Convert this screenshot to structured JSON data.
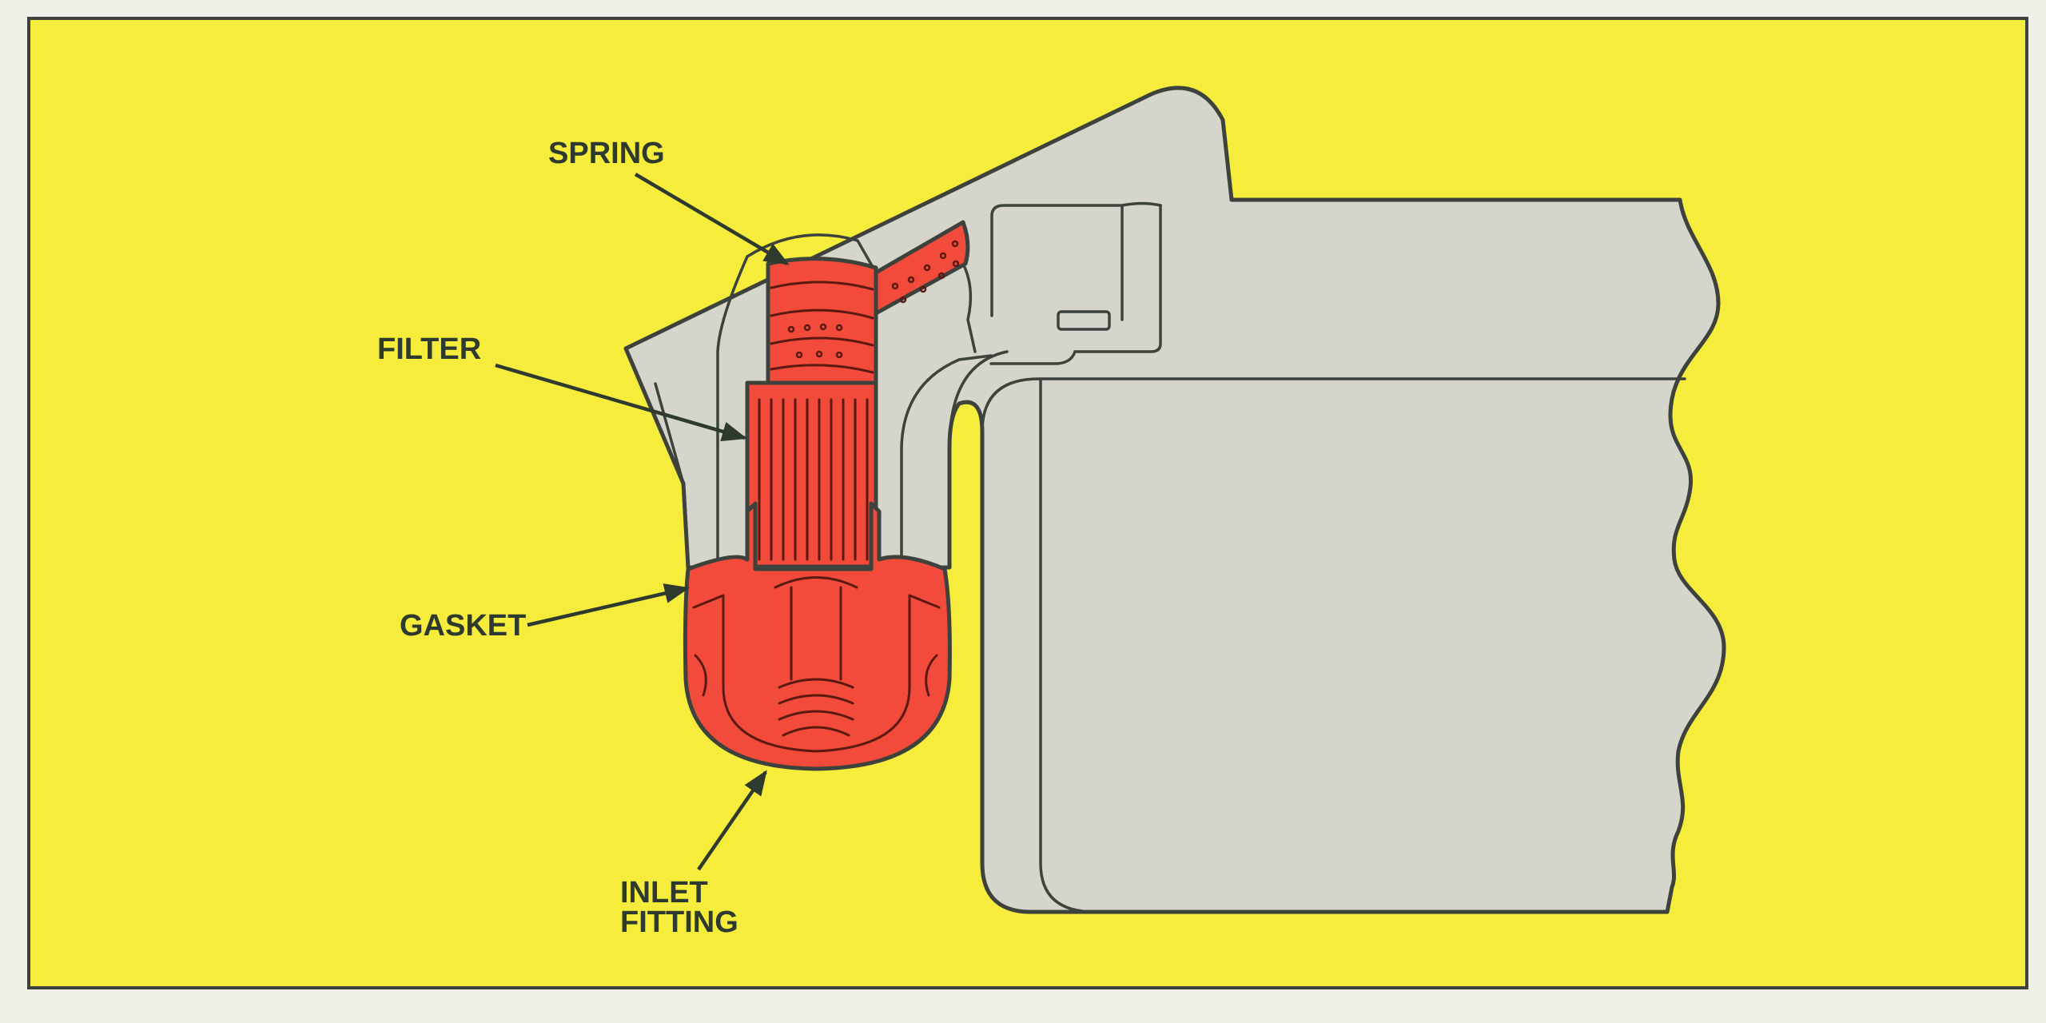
{
  "colors": {
    "background": "#f5ec3c",
    "housing": "#d5d5cb",
    "highlight": "#f24b3b",
    "outline": "#3d423d"
  },
  "labels": {
    "spring": "SPRING",
    "filter": "FILTER",
    "gasket": "GASKET",
    "inlet_line1": "INLET",
    "inlet_line2": "FITTING"
  }
}
